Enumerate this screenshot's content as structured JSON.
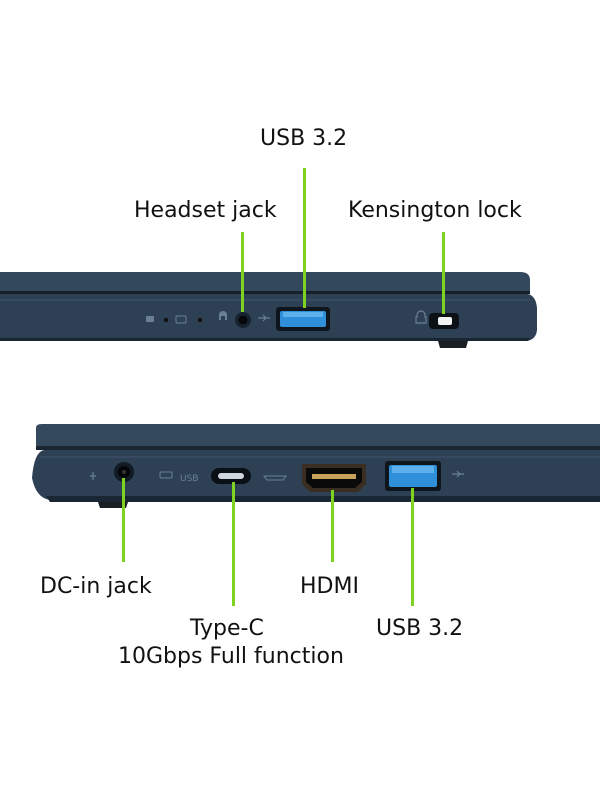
{
  "colors": {
    "chassis": "#2f4257",
    "chassis_dark": "#1d2a38",
    "chassis_light": "#4a5f78",
    "usb_blue": "#2f8fd8",
    "leader_green": "#7ed321",
    "label_text": "#111111"
  },
  "top_side": {
    "labels": {
      "usb": "USB 3.2",
      "headset": "Headset jack",
      "kensington": "Kensington lock"
    },
    "ports": [
      {
        "name": "headset-jack",
        "icon": "headset-icon"
      },
      {
        "name": "usb-a-port",
        "icon": "usb-icon"
      },
      {
        "name": "kensington-lock-slot",
        "icon": "lock-icon"
      }
    ]
  },
  "bottom_side": {
    "labels": {
      "dc_in": "DC-in jack",
      "type_c_line1": "Type-C",
      "type_c_line2": "10Gbps Full function",
      "hdmi": "HDMI",
      "usb": "USB 3.2"
    },
    "ports": [
      {
        "name": "dc-in-jack",
        "icon": "power-plug-icon"
      },
      {
        "name": "usb-c-port",
        "icon": "usb-c-icon"
      },
      {
        "name": "hdmi-port",
        "icon": "hdmi-icon"
      },
      {
        "name": "usb-a-port",
        "icon": "usb-icon"
      }
    ]
  }
}
